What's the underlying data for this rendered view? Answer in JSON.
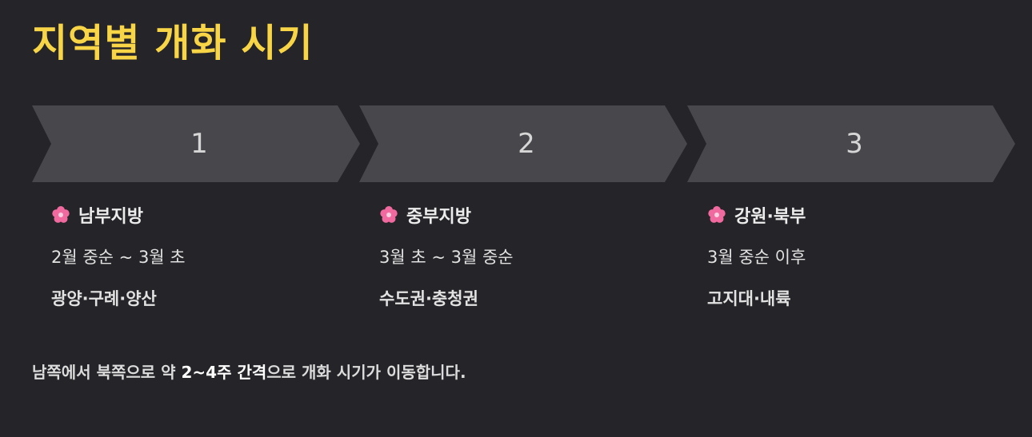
{
  "title": "지역별 개화 시기",
  "steps": [
    {
      "number": "1",
      "region": "남부지방",
      "period": "2월 중순 ~ 3월 초",
      "places": "광양·구례·양산"
    },
    {
      "number": "2",
      "region": "중부지방",
      "period": "3월 초 ~ 3월 중순",
      "places": "수도권·충청권"
    },
    {
      "number": "3",
      "region": "강원·북부",
      "period": "3월 중순 이후",
      "places": "고지대·내륙"
    }
  ],
  "note": {
    "before": "남쪽에서 북쪽으로 약 ",
    "emphasis": "2~4주 간격",
    "after": "으로 개화 시기가 이동합니다."
  },
  "colors": {
    "background": "#252428",
    "title": "#f7d547",
    "step": "#48474c",
    "flower": "#f06aa0"
  },
  "icons": {
    "region": "cherry-blossom-icon"
  }
}
